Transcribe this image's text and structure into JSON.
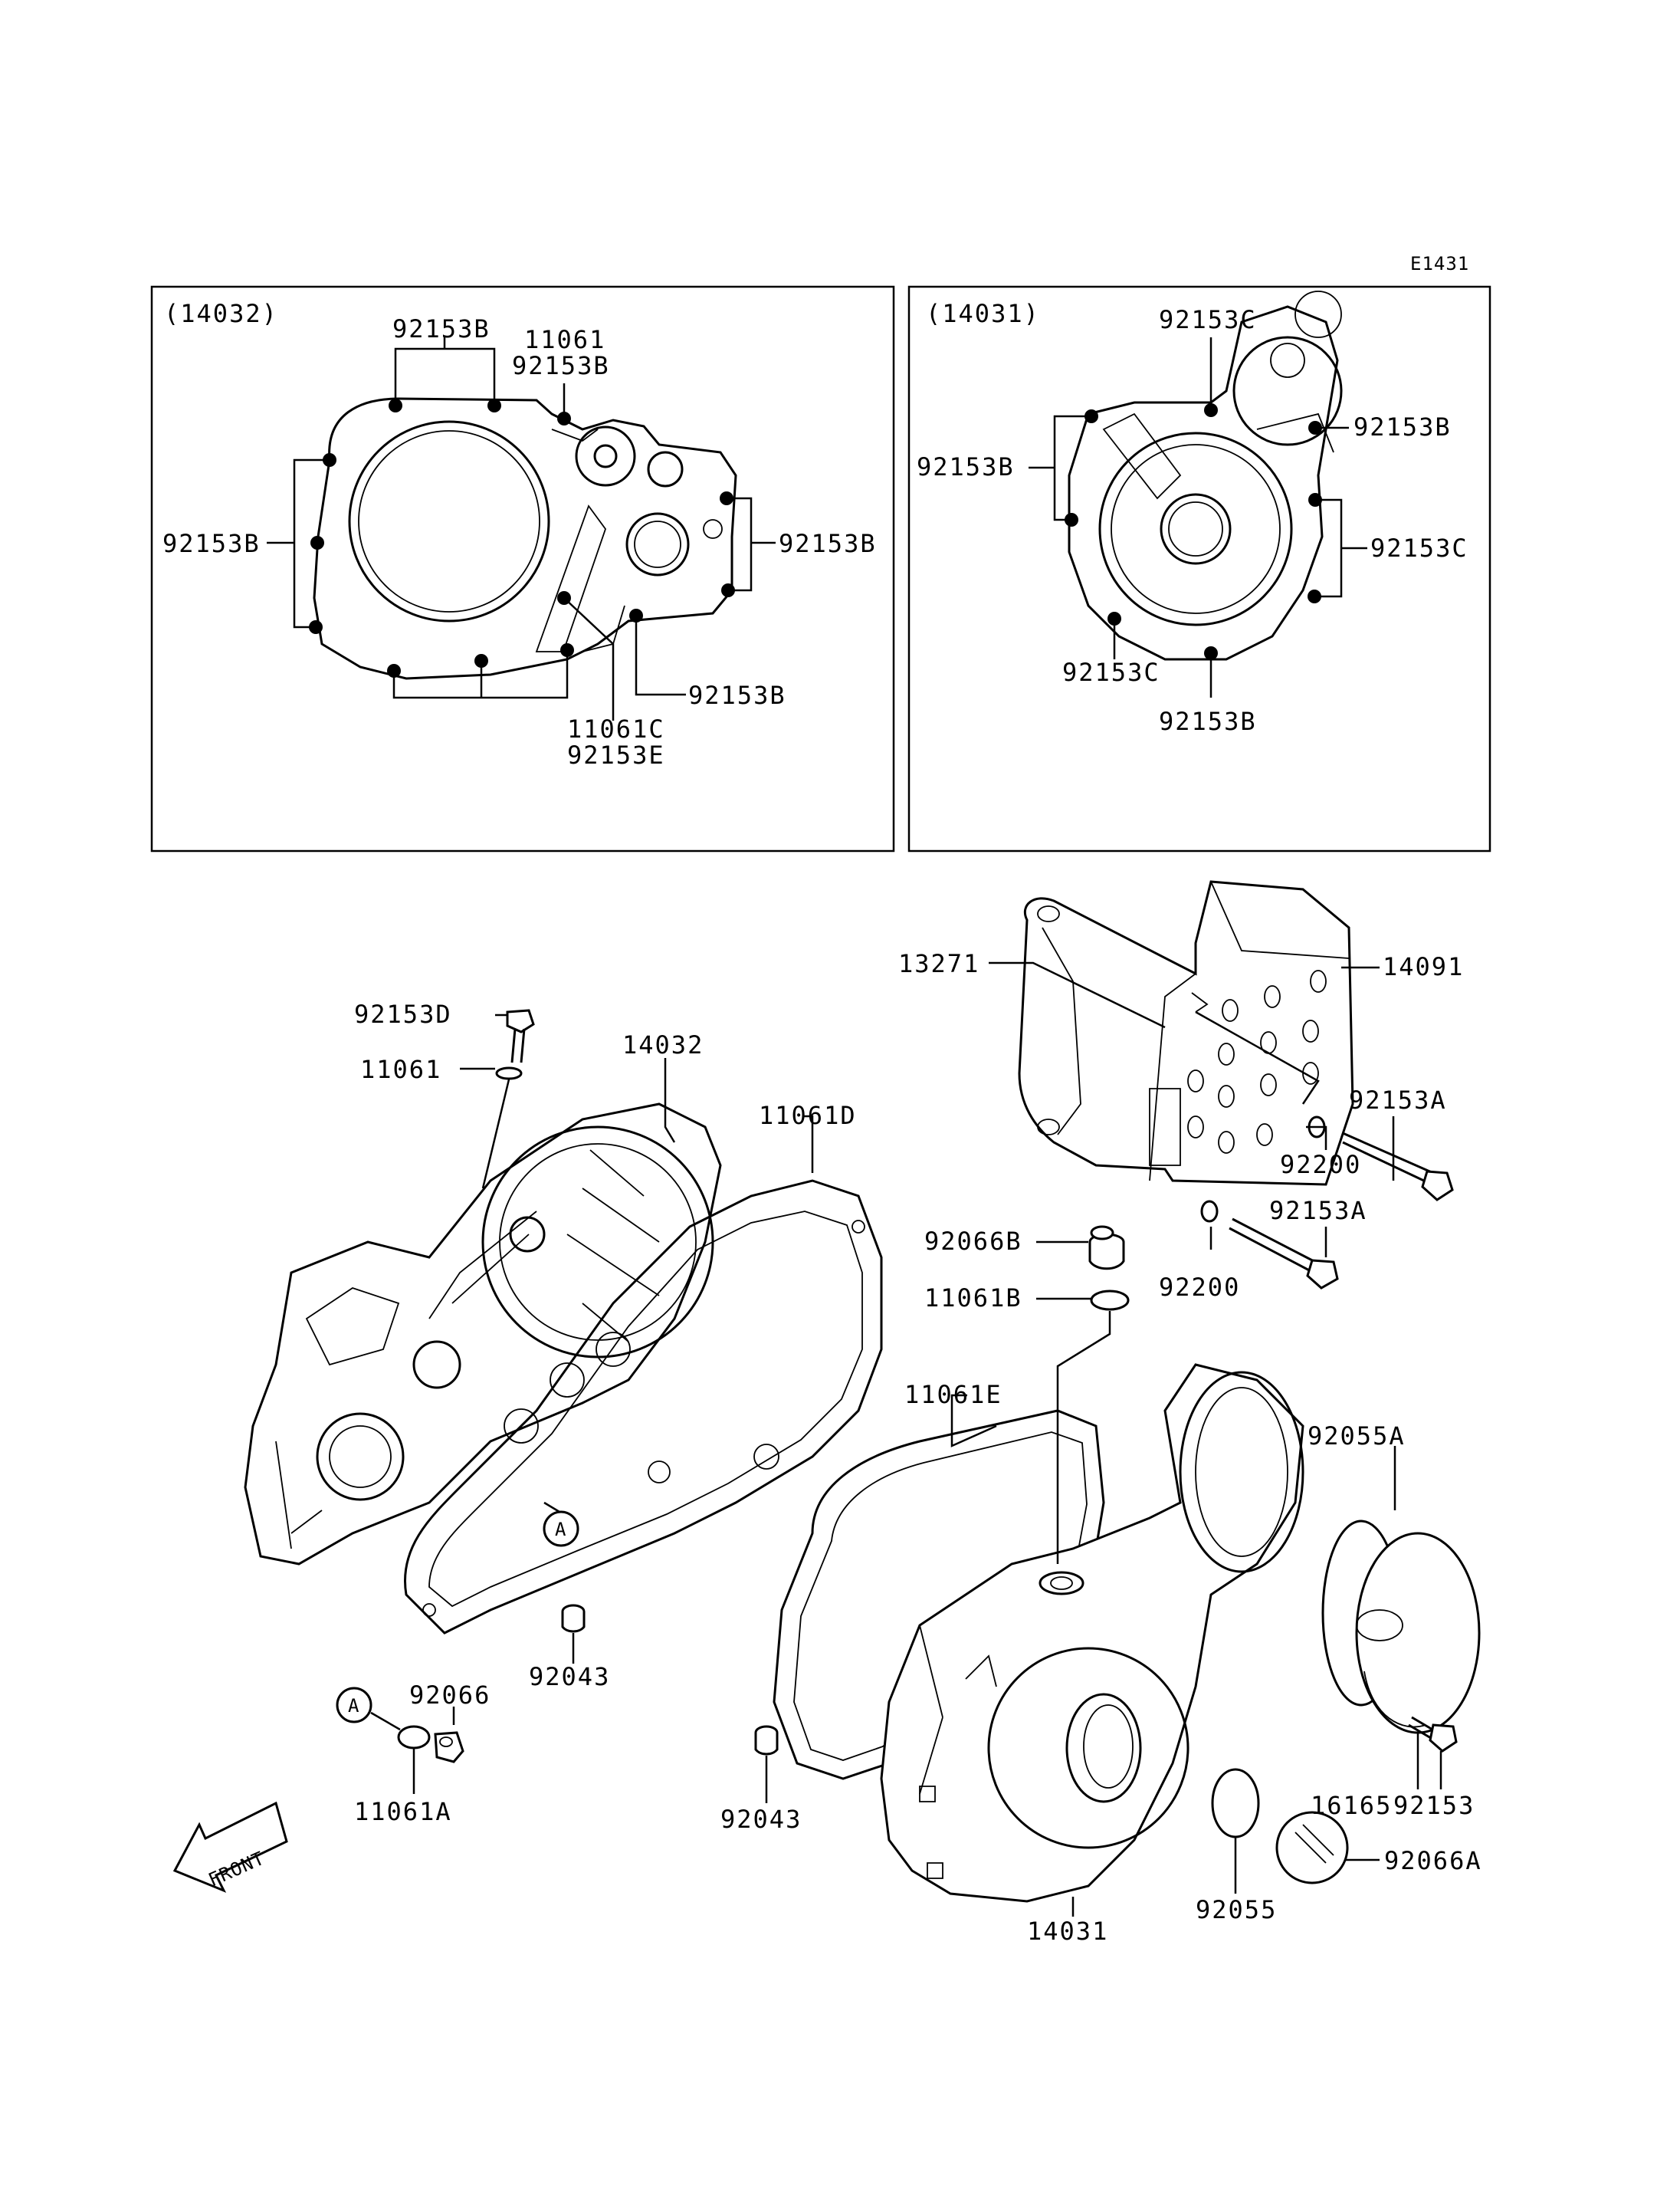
{
  "diagram_id": "E1431",
  "insets": {
    "left": {
      "title": "(14032)",
      "labels": {
        "top": "92153B",
        "top_right_a": "11061",
        "top_right_b": "92153B",
        "left": "92153B",
        "right": "92153B",
        "bottom_right": "92153B",
        "bottom_a": "11061C",
        "bottom_b": "92153E"
      }
    },
    "right": {
      "title": "(14031)",
      "labels": {
        "top": "92153C",
        "right_top": "92153B",
        "left": "92153B",
        "right": "92153C",
        "bottom_left": "92153C",
        "bottom": "92153B"
      }
    }
  },
  "parts": {
    "p13271": "13271",
    "p14091": "14091",
    "p92153A_1": "92153A",
    "p92200_1": "92200",
    "p92153A_2": "92153A",
    "p92200_2": "92200",
    "p92153D": "92153D",
    "p11061": "11061",
    "p14032": "14032",
    "p11061D": "11061D",
    "p92066B": "92066B",
    "p11061B": "11061B",
    "p11061E": "11061E",
    "p92055A": "92055A",
    "ref_a_1": "A",
    "ref_a_2": "A",
    "p92043_1": "92043",
    "p92066": "92066",
    "p11061A": "11061A",
    "p92043_2": "92043",
    "p16165": "16165",
    "p92153": "92153",
    "p92066A": "92066A",
    "p92055": "92055",
    "p14031": "14031"
  },
  "front_marker": "FRONT"
}
